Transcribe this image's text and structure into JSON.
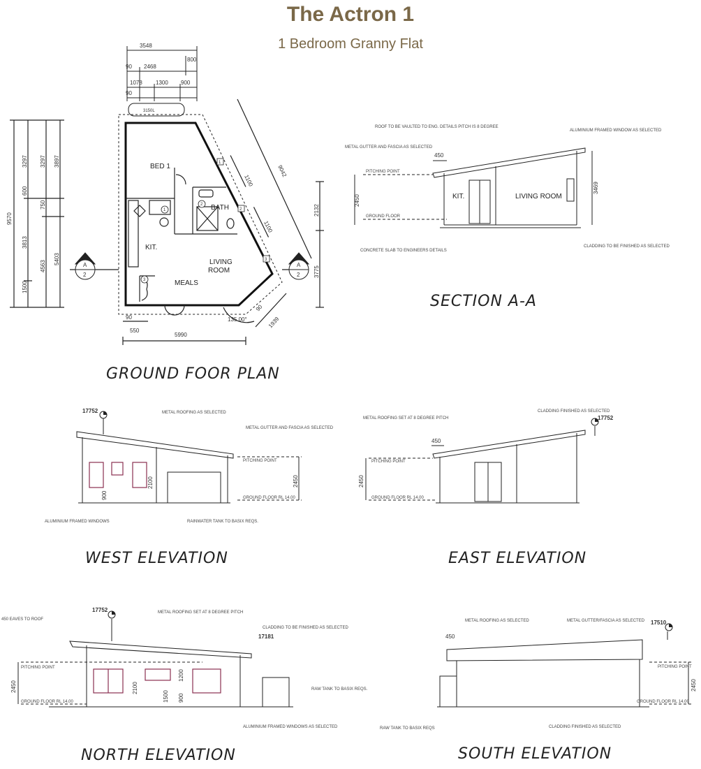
{
  "header": {
    "title": "The Actron 1",
    "subtitle": "1 Bedroom Granny Flat"
  },
  "colors": {
    "title": "#7a6848",
    "line": "#222222",
    "window_frame": "#8a3050"
  },
  "floor_plan": {
    "caption": "GROUND FOOR PLAN",
    "rooms": {
      "bed": "BED 1",
      "bath": "BATH",
      "kit": "KIT.",
      "living_1": "LIVING",
      "living_2": "ROOM",
      "meals": "MEALS"
    },
    "tank_label": "3150L",
    "top_dims": {
      "overall": "3548",
      "d_2468": "2468",
      "d_800": "800",
      "d_1078": "1078",
      "d_1300": "1300",
      "d_900": "900",
      "d_90": "90"
    },
    "left_dims": {
      "d_9570": "9570",
      "d_3297": "3297",
      "d_600": "600",
      "d_3813": "3813",
      "d_1500": "1500",
      "d_4563": "4563",
      "d_750": "750",
      "d_3897": "3897",
      "d_5403": "5403",
      "d_90": "90"
    },
    "right_dims": {
      "d_2132": "2132",
      "d_3775": "3775",
      "d_90": "90"
    },
    "diag_dims": {
      "d_9042": "9042",
      "d_1100a": "1100",
      "d_1100b": "1100"
    },
    "bottom_dims": {
      "d_5990": "5990",
      "d_550": "550",
      "d_90": "90",
      "d_1939": "1939",
      "angle": "135.00°",
      "d_90b": "90"
    },
    "section_marker": {
      "letter": "A",
      "sheet": "2"
    },
    "door_numbers": [
      "1",
      "2",
      "3",
      "1",
      "2",
      "3"
    ]
  },
  "section_aa": {
    "caption": "SECTION A-A",
    "notes": {
      "roof": "ROOF TO BE VAULTED TO ENG. DETAILS PITCH IS 8 DEGREE",
      "gutter": "METAL GUTTER AND FASCIA AS SELECTED",
      "window": "ALUMINIUM FRAMED WINDOW AS SELECTED",
      "pitching": "PITCHING POINT",
      "floor": "GROUND FLOOR",
      "slab": "CONCRETE SLAB TO ENGINEERS DETAILS",
      "cladding": "CLADDING TO BE FINISHED AS SELECTED"
    },
    "rooms": {
      "kit": "KIT.",
      "living": "LIVING ROOM"
    },
    "dims": {
      "eave": "450",
      "height": "2450",
      "overall": "3469"
    }
  },
  "west_elevation": {
    "caption": "WEST ELEVATION",
    "level": "17752",
    "notes": {
      "roofing": "METAL ROOFING AS SELECTED",
      "gutter": "METAL GUTTER AND FASCIA AS SELECTED",
      "pitching": "PITCHING POINT",
      "floor": "GROUND FLOOR RL 14.00",
      "windows": "ALUMINIUM FRAMED WINDOWS",
      "tank": "RAINWATER TANK TO BASIX REQS."
    },
    "dims": {
      "sill": "900",
      "head": "2100",
      "height": "2450"
    }
  },
  "east_elevation": {
    "caption": "EAST ELEVATION",
    "level": "17752",
    "notes": {
      "roofing": "METAL ROOFING SET AT 8 DEGREE PITCH",
      "cladding": "CLADDING FINISHED AS SELECTED",
      "pitching": "PITCHING POINT",
      "floor": "GROUND FLOOR RL 14.00"
    },
    "dims": {
      "eave": "450",
      "height": "2450"
    }
  },
  "north_elevation": {
    "caption": "NORTH ELEVATION",
    "level_high": "17752",
    "level_low": "17181",
    "notes": {
      "eaves": "450 EAVES TO ROOF",
      "roofing": "METAL ROOFING SET AT 8 DEGREE PITCH",
      "cladding": "CLADDING TO BE FINISHED AS SELECTED",
      "pitching": "PITCHING POINT",
      "floor": "GROUND FLOOR RL 14.00",
      "tank": "RAW TANK TO BASIX REQS.",
      "windows": "ALUMINIUM FRAMED WINDOWS AS SELECTED"
    },
    "dims": {
      "height": "2450",
      "head": "2100",
      "d_1500": "1500",
      "d_900": "900",
      "d_1200": "1200"
    }
  },
  "south_elevation": {
    "caption": "SOUTH ELEVATION",
    "level": "17510",
    "notes": {
      "roofing": "METAL ROOFING AS SELECTED",
      "gutter": "METAL GUTTER/FASCIA AS SELECTED",
      "pitching": "PITCHING POINT",
      "floor": "GROUND FLOOR RL 14.00",
      "tank": "RAW TANK TO BASIX REQS",
      "cladding": "CLADDING FINISHED AS SELECTED"
    },
    "dims": {
      "eave": "450",
      "height": "2450"
    }
  }
}
